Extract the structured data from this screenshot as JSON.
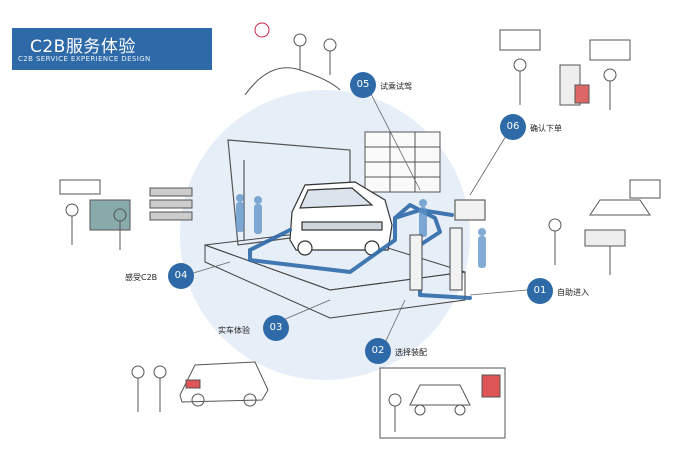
{
  "header": {
    "title": "C2B服务体验",
    "subtitle": "C2B SERVICE EXPERIENCE DESIGN"
  },
  "steps": [
    {
      "num": "01",
      "label": "自助进入"
    },
    {
      "num": "02",
      "label": "选择装配"
    },
    {
      "num": "03",
      "label": "实车体验"
    },
    {
      "num": "04",
      "label": "感受C2B"
    },
    {
      "num": "05",
      "label": "试乘试驾"
    },
    {
      "num": "06",
      "label": "确认下单"
    }
  ],
  "colors": {
    "accent": "#2f6aa8",
    "flow": "#2f6aa8",
    "halo": "#e6eef7"
  }
}
